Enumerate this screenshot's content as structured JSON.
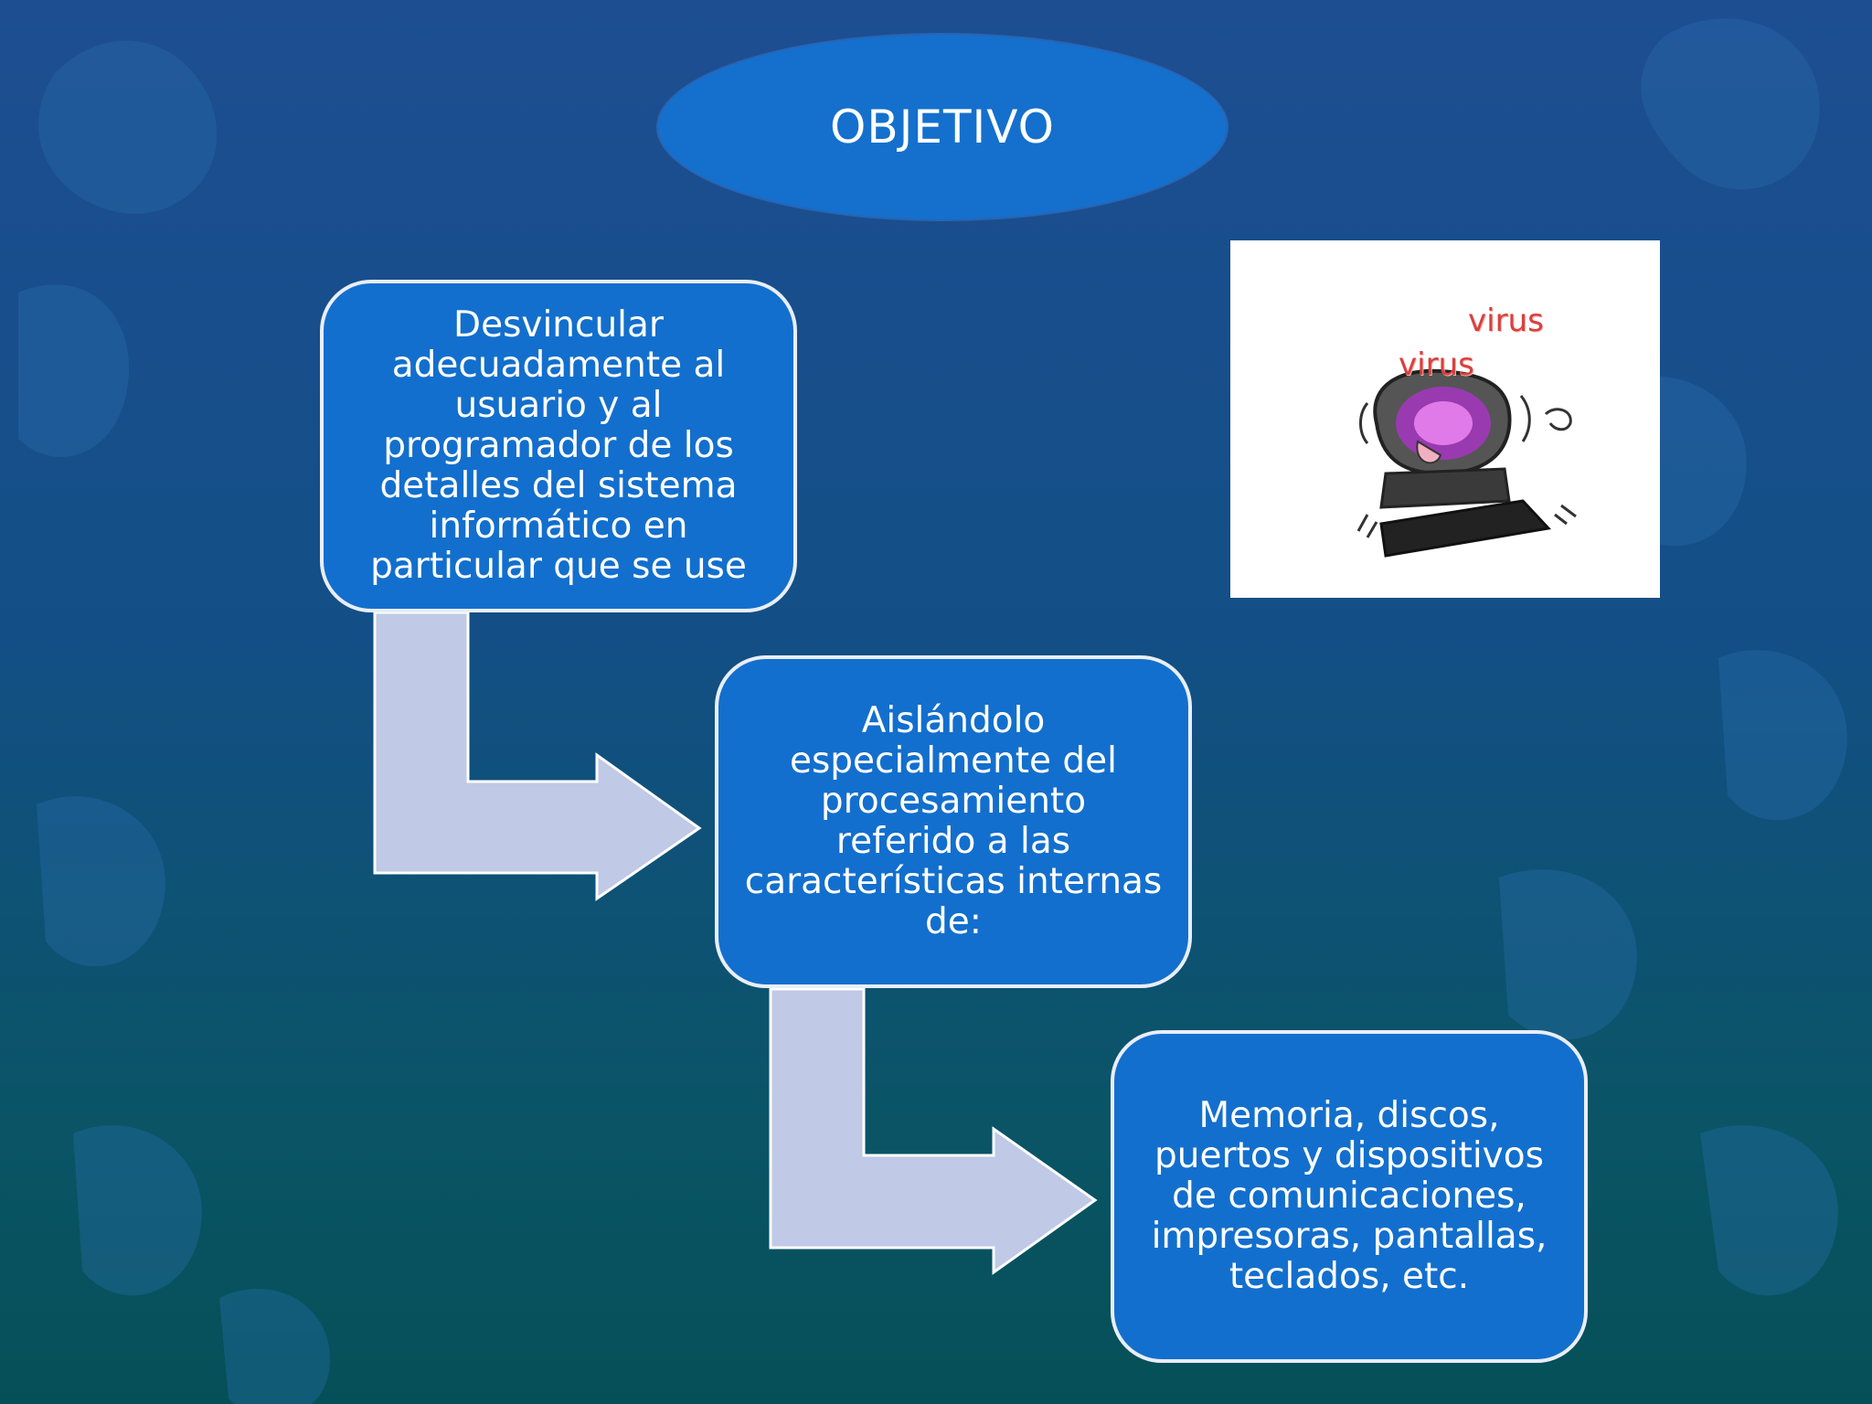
{
  "title": "OBJETIVO",
  "boxes": [
    "Desvincular adecuadamente al\nusuario y al\nprogramador de los\ndetalles del sistema\ninformático en\nparticular que se use",
    "Aislándolo\nespecialmente del\nprocesamiento\nreferido a las\ncaracterísticas internas\nde:",
    "Memoria, discos,\npuertos y dispositivos\nde comunicaciones,\nimpresoras, pantallas,\nteclados, etc."
  ],
  "image": {
    "labels": [
      "virus",
      "virus"
    ],
    "icon": "sick-computer-icon"
  },
  "colors": {
    "box_fill": "#136fcd",
    "box_border": "#e9eef7",
    "arrow_fill": "#c0c9e6",
    "virus_text": "#d8403f"
  }
}
